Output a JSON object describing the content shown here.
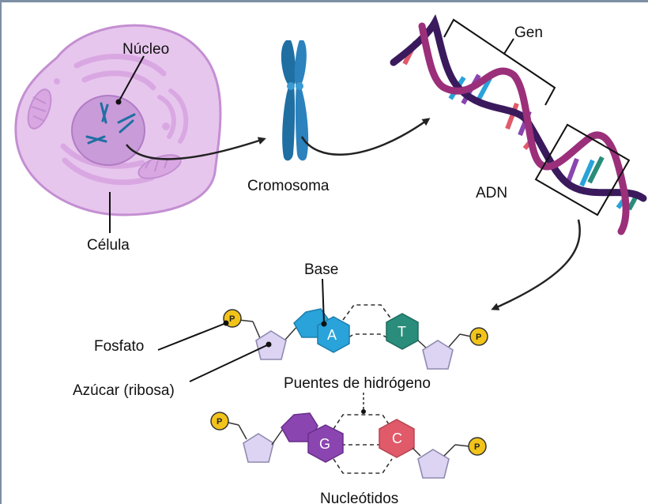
{
  "labels": {
    "nucleus": "Núcleo",
    "cell": "Célula",
    "chromosome": "Cromosoma",
    "gene": "Gen",
    "dna": "ADN",
    "base": "Base",
    "phosphate": "Fosfato",
    "sugar": "Azúcar (ribosa)",
    "hydrogen_bonds": "Puentes de hidrógeno",
    "nucleotides": "Nucleótidos"
  },
  "bases": {
    "adenine": "A",
    "thymine": "T",
    "guanine": "G",
    "cytosine": "C"
  },
  "phosphate_symbol": "P",
  "colors": {
    "cell_fill": "#e7c6ee",
    "cell_stroke": "#c48fd2",
    "chromosome": "#1f6fa3",
    "dna_backbone_dark": "#3a1a5c",
    "dna_backbone_light": "#9b2f7a",
    "adenine": "#29a3d9",
    "thymine": "#2a8c7a",
    "guanine": "#8a45b0",
    "cytosine": "#e05a6a",
    "sugar": "#dcd4f2",
    "phosphate": "#f2c41a"
  }
}
